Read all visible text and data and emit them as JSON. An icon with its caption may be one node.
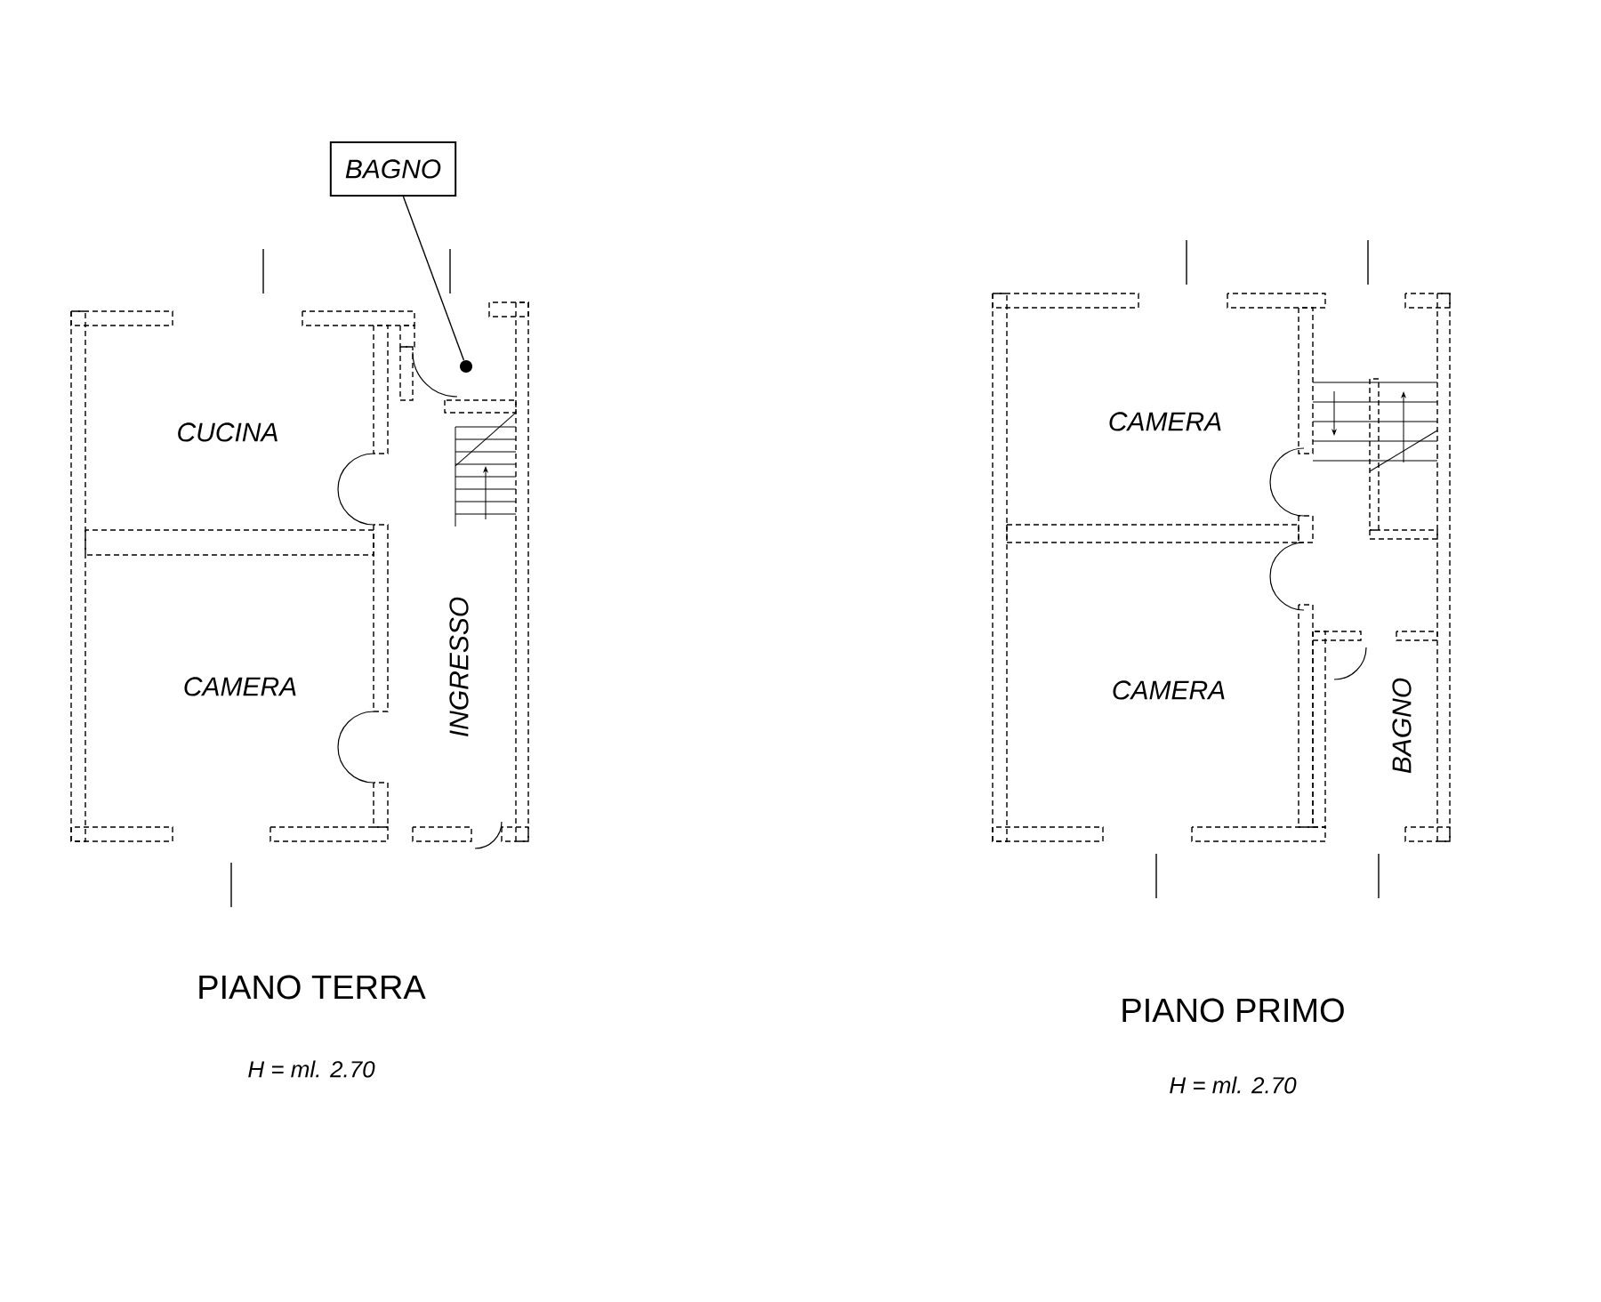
{
  "diagram": {
    "nodes": [
      {
        "text": [
          "BAGNO"
        ]
      },
      {
        "text": [],
        "shape": "circle"
      }
    ],
    "edges": [
      {
        "from": 0,
        "to": 1,
        "arrow": "none"
      }
    ],
    "labels": [
      "CUCINA",
      "CAMERA",
      "INGRESSO",
      "PIANO TERRA",
      "H = ml. 2.70",
      "CAMERA",
      "CAMERA",
      "BAGNO",
      "PIANO PRIMO",
      "H = ml. 2.70"
    ]
  }
}
